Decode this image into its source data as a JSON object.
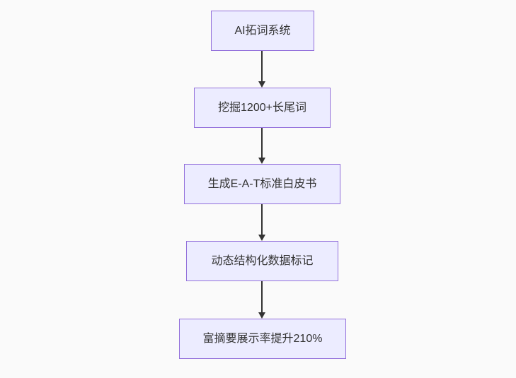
{
  "flowchart": {
    "type": "vertical-flowchart",
    "nodes": [
      {
        "id": "node-1",
        "label": "AI拓词系统"
      },
      {
        "id": "node-2",
        "label": "挖掘1200+长尾词"
      },
      {
        "id": "node-3",
        "label": "生成E-A-T标准白皮书"
      },
      {
        "id": "node-4",
        "label": "动态结构化数据标记"
      },
      {
        "id": "node-5",
        "label": "富摘要展示率提升210%"
      }
    ],
    "edges": [
      {
        "from": "node-1",
        "to": "node-2"
      },
      {
        "from": "node-2",
        "to": "node-3"
      },
      {
        "from": "node-3",
        "to": "node-4"
      },
      {
        "from": "node-4",
        "to": "node-5"
      }
    ],
    "colors": {
      "node_fill": "#ECECFF",
      "node_border": "#9370DB",
      "edge": "#333333",
      "text": "#333333",
      "background": "#FAFAFA"
    }
  }
}
